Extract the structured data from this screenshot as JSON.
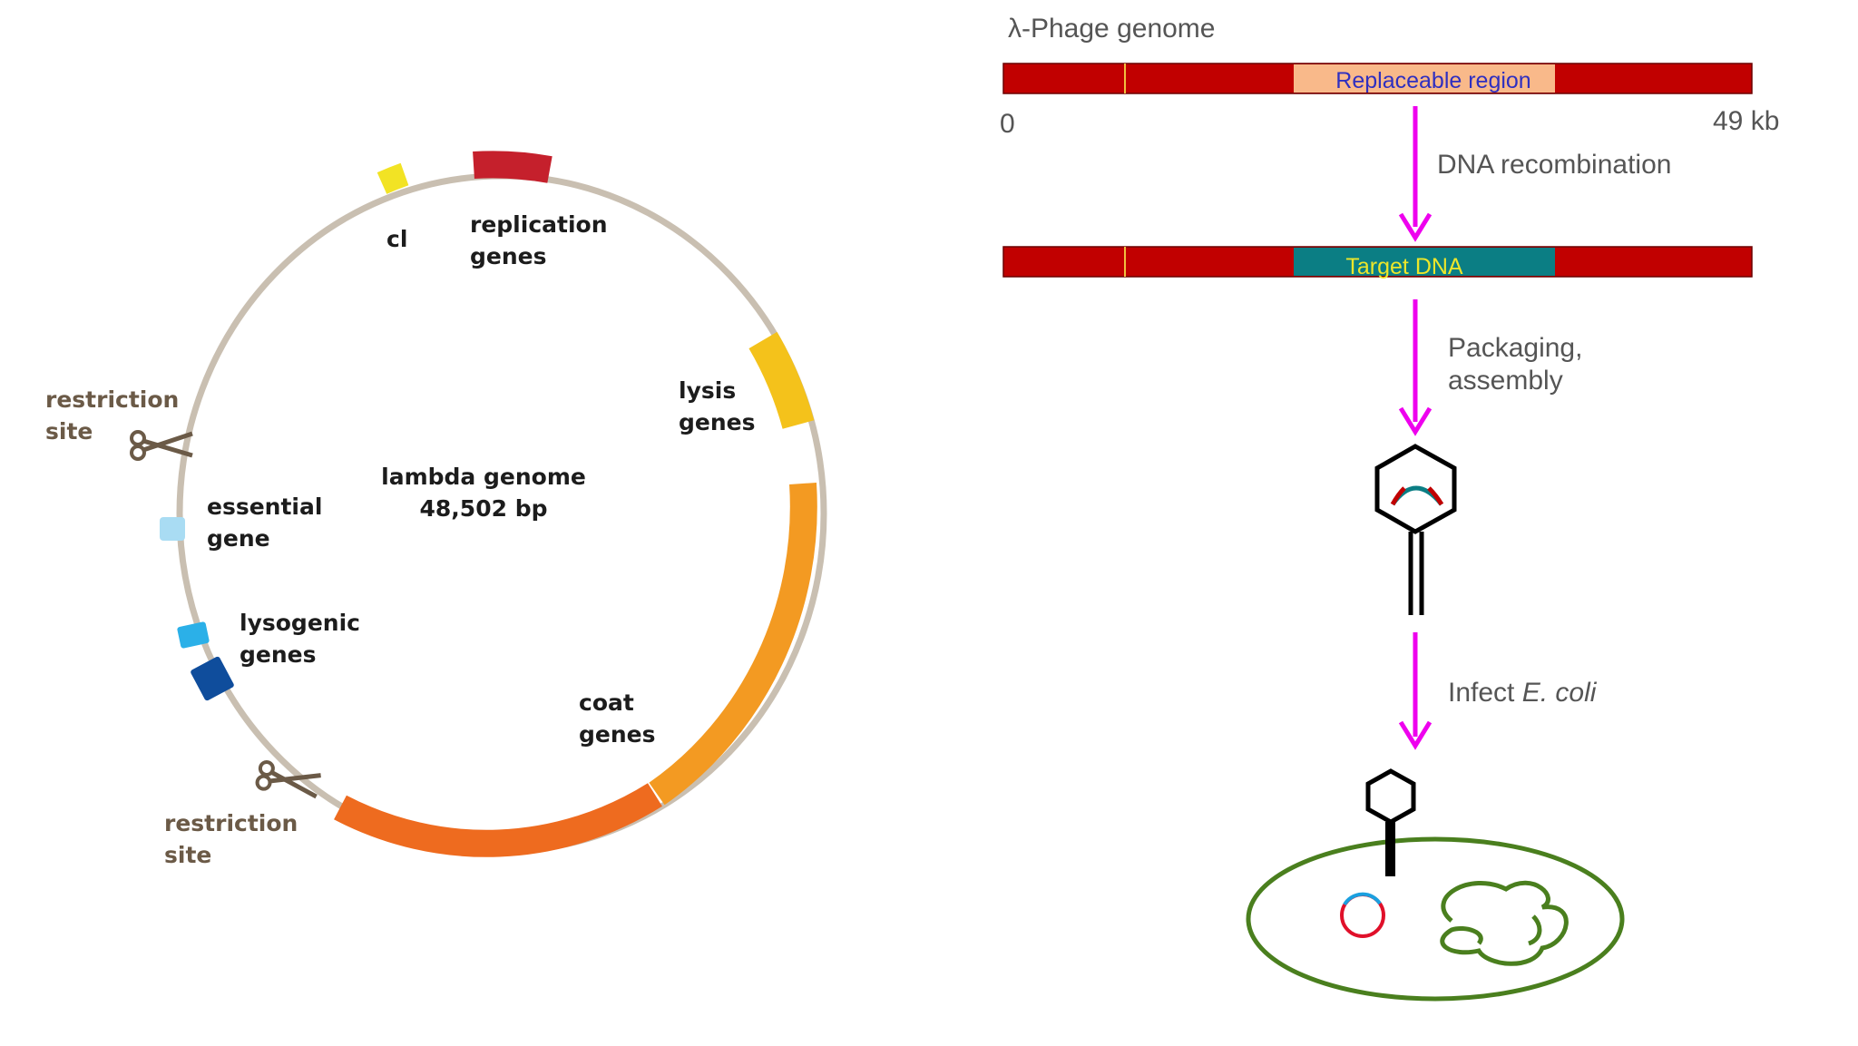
{
  "plasmid": {
    "title": "lambda genome",
    "size": "48,502 bp",
    "labels": {
      "cl": "cl",
      "replication_1": "replication",
      "replication_2": "genes",
      "lysis_1": "lysis",
      "lysis_2": "genes",
      "essential_1": "essential",
      "essential_2": "gene",
      "lysogenic_1": "lysogenic",
      "lysogenic_2": "genes",
      "coat_1": "coat",
      "coat_2": "genes",
      "restriction_top_1": "restriction",
      "restriction_top_2": "site",
      "restriction_bottom_1": "restriction",
      "restriction_bottom_2": "site"
    },
    "colors": {
      "backbone": "#c9bfb1",
      "cl": "#f2e324",
      "replication": "#c5202c",
      "lysis": "#f4c21b",
      "coat_upper": "#f39a22",
      "coat_lower": "#ee6b1f",
      "essential": "#a9dcf3",
      "lysogenic_light": "#2bb0e8",
      "lysogenic_dark": "#0f4d9c",
      "scissors": "#6b5a47"
    }
  },
  "flow": {
    "genome_title": "λ-Phage genome",
    "replaceable_region": "Replaceable region",
    "scale_start": "0",
    "scale_end": "49 kb",
    "step1": "DNA recombination",
    "target_dna": "Target DNA",
    "step2_line1": "Packaging,",
    "step2_line2": "assembly",
    "step3_prefix": "Infect ",
    "step3_italic": "E. coli",
    "colors": {
      "bar": "#c10000",
      "replaceable": "#f9b98a",
      "replaceable_text": "#2f2fc0",
      "target": "#0b7e84",
      "target_text": "#ece62a",
      "divider": "#f0c040",
      "arrow": "#ee00ee",
      "cell": "#4a7f1e",
      "phage": "#000000"
    }
  }
}
